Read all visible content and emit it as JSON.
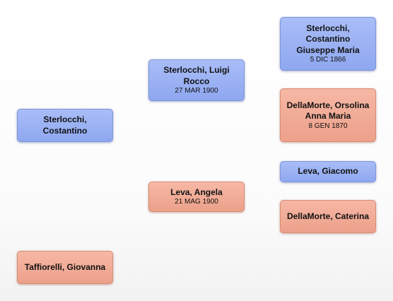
{
  "persons": [
    {
      "id": "p1",
      "name": "Sterlocchi, Costantino",
      "date": "",
      "gender": "male"
    },
    {
      "id": "p2",
      "name": "Taffiorelli, Giovanna",
      "date": "",
      "gender": "female"
    },
    {
      "id": "p3",
      "name": "Sterlocchi, Luigi Rocco",
      "date": "27 MAR 1900",
      "gender": "male"
    },
    {
      "id": "p4",
      "name": "Leva, Angela",
      "date": "21 MAG 1900",
      "gender": "female"
    },
    {
      "id": "p5",
      "name": "Sterlocchi, Costantino Giuseppe Maria",
      "date": "5 DIC 1866",
      "gender": "male"
    },
    {
      "id": "p6",
      "name": "DellaMorte, Orsolina Anna Maria",
      "date": "8 GEN 1870",
      "gender": "female"
    },
    {
      "id": "p7",
      "name": "Leva, Giacomo",
      "date": "",
      "gender": "male"
    },
    {
      "id": "p8",
      "name": "DellaMorte, Caterina",
      "date": "",
      "gender": "female"
    }
  ],
  "colors": {
    "male": "#98aff2",
    "female": "#f1ab96"
  }
}
